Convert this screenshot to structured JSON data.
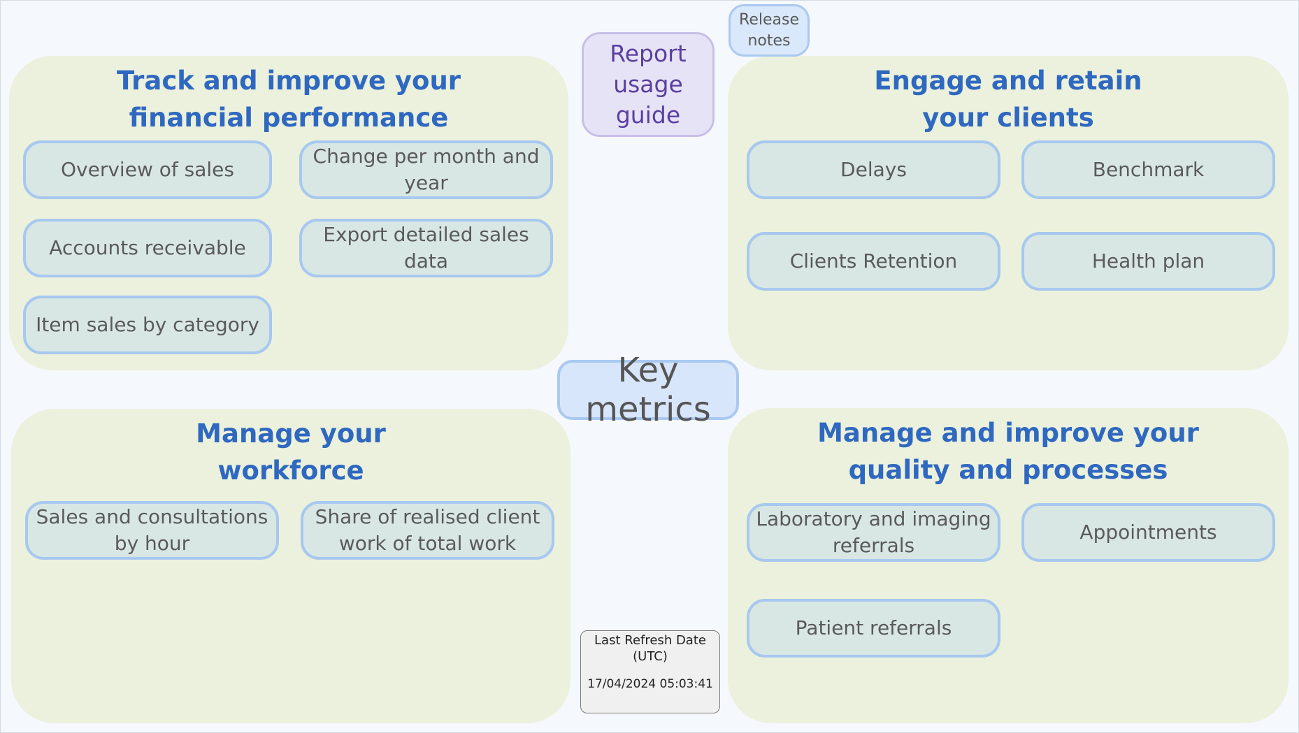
{
  "center": {
    "report_guide": "Report\nusage guide",
    "release_notes": "Release\nnotes",
    "key_metrics": "Key metrics",
    "refresh": {
      "label": "Last Refresh Date\n(UTC)",
      "value": "17/04/2024 05:03:41"
    }
  },
  "panels": {
    "financial": {
      "title": "Track and improve your\nfinancial performance",
      "items": [
        "Overview of sales",
        "Change per month and year",
        "Accounts receivable",
        "Export detailed sales data",
        "Item sales by category"
      ]
    },
    "clients": {
      "title": "Engage and retain\nyour clients",
      "items": [
        "Delays",
        "Benchmark",
        "Clients Retention",
        "Health plan"
      ]
    },
    "workforce": {
      "title": "Manage your\nworkforce",
      "items": [
        "Sales and consultations by hour",
        "Share of realised client work of total work"
      ]
    },
    "quality": {
      "title": "Manage and improve your\nquality and processes",
      "items": [
        "Laboratory and imaging referrals",
        "Appointments",
        "Patient referrals"
      ]
    }
  },
  "colors": {
    "panel_bg": "#ebf1dc",
    "title": "#2f68c0",
    "tile_bg": "#d8e7e4",
    "tile_border": "#a7c8ef",
    "guide_text": "#5a3fa0"
  }
}
